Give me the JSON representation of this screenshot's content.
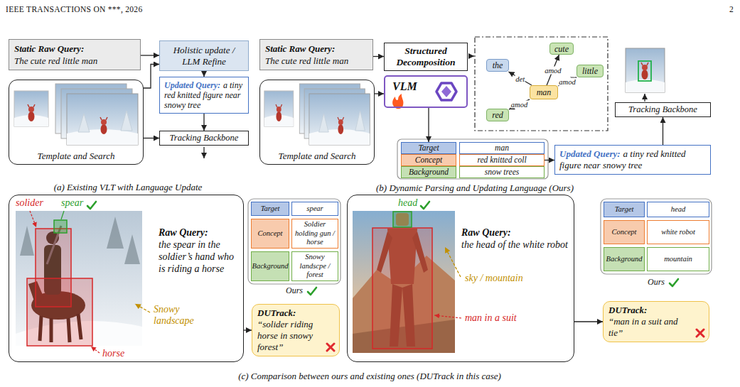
{
  "diagram": {
    "nodes": [
      {
        "text": [
          "Static Raw Query:",
          "The cute red little man"
        ]
      },
      {
        "text": [
          "Holistic update / LLM Refine"
        ]
      },
      {
        "text": [
          "Template and Search"
        ]
      },
      {
        "text": [
          "Updated Query:",
          "a tiny red knitted figure near snowy tree"
        ]
      },
      {
        "text": [
          "Tracking Backbone"
        ]
      },
      {
        "text": [
          "Static Raw Query:",
          "The cute red little man"
        ]
      },
      {
        "text": [
          "Structured Decomposition"
        ]
      },
      {
        "text": [
          "cute"
        ]
      },
      {
        "text": [
          "the"
        ]
      },
      {
        "text": [
          "little"
        ]
      },
      {
        "text": [
          "red"
        ]
      },
      {
        "text": [
          "man"
        ]
      },
      {
        "text": [
          "VLM"
        ]
      },
      {
        "text": [
          "Template and Search"
        ]
      },
      {
        "text": [
          "Target"
        ]
      },
      {
        "text": [
          "man"
        ]
      },
      {
        "text": [
          "Concept"
        ]
      },
      {
        "text": [
          "red knitted coll"
        ]
      },
      {
        "text": [
          "Background"
        ]
      },
      {
        "text": [
          "snow trees"
        ]
      },
      {
        "text": [
          "Updated Query:",
          "a tiny red knitted figure near snowy tree"
        ]
      },
      {
        "text": [
          "Tracking Backbone"
        ]
      },
      {
        "text": [
          "Raw Query:",
          "the spear in the soldier’s hand who is riding a horse"
        ]
      },
      {
        "text": [
          "Target"
        ]
      },
      {
        "text": [
          "spear"
        ]
      },
      {
        "text": [
          "Concept"
        ]
      },
      {
        "text": [
          "Soldier holding gun / horse"
        ]
      },
      {
        "text": [
          "Background"
        ]
      },
      {
        "text": [
          "Snowy landscpe / forest"
        ]
      },
      {
        "text": [
          "DUTrack:",
          "“solider riding horse in snowy forest”"
        ]
      },
      {
        "text": [
          "Raw Query:",
          "the head of the white robot"
        ]
      },
      {
        "text": [
          "Target"
        ]
      },
      {
        "text": [
          "head"
        ]
      },
      {
        "text": [
          "Concept"
        ]
      },
      {
        "text": [
          "white robot"
        ]
      },
      {
        "text": [
          "Background"
        ]
      },
      {
        "text": [
          "mountain"
        ]
      },
      {
        "text": [
          "DUTrack:",
          "“man in a suit and tie”"
        ]
      }
    ],
    "edges": [
      {
        "from": 0,
        "to": 1,
        "arrow": "to"
      },
      {
        "from": 2,
        "to": 1,
        "arrow": "to"
      },
      {
        "from": 1,
        "to": 3,
        "arrow": "to"
      },
      {
        "from": 3,
        "to": 4,
        "arrow": "to"
      },
      {
        "from": 2,
        "to": 4,
        "arrow": "to"
      },
      {
        "from": 5,
        "to": 6,
        "arrow": "to"
      },
      {
        "from": 11,
        "to": 7,
        "label": "amod",
        "arrow": "to"
      },
      {
        "from": 11,
        "to": 8,
        "label": "det",
        "arrow": "to"
      },
      {
        "from": 11,
        "to": 9,
        "label": "amod",
        "arrow": "to"
      },
      {
        "from": 11,
        "to": 10,
        "label": "amod",
        "arrow": "to"
      },
      {
        "from": 13,
        "to": 12,
        "arrow": "to"
      },
      {
        "from": 12,
        "to": 14,
        "arrow": "to"
      },
      {
        "from": 17,
        "to": 20,
        "arrow": "to"
      },
      {
        "from": 20,
        "to": 21,
        "arrow": "to"
      },
      {
        "from": 22,
        "to": 29,
        "arrow": "to"
      },
      {
        "from": 30,
        "to": 37,
        "arrow": "to"
      }
    ],
    "labels": [
      "IEEE TRANSACTIONS ON ***, 2026",
      "2",
      "(a) Existing VLT with Language Update",
      "(b) Dynamic Parsing and Updating Language (Ours)",
      "solider",
      "spear",
      "horse",
      "Snowy landscape",
      "Ours",
      "head",
      "sky / mountain",
      "man in a suit",
      "Ours",
      "(c) Comparison between ours and existing ones (DUTrack in this case)"
    ]
  }
}
